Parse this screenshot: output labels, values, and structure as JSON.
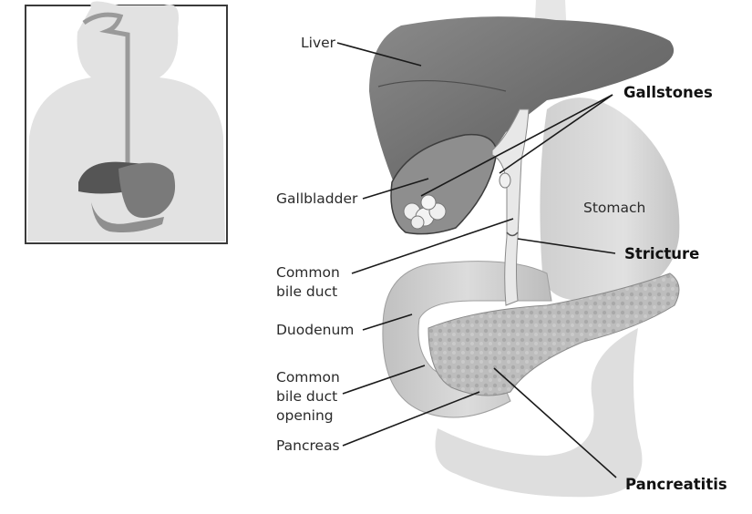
{
  "labels": {
    "liver": "Liver",
    "gallstones": "Gallstones",
    "gallbladder": "Gallbladder",
    "stomach": "Stomach",
    "stricture": "Stricture",
    "common_bile_duct": [
      "Common",
      "bile duct"
    ],
    "duodenum": "Duodenum",
    "common_bile_duct_opening": [
      "Common",
      "bile duct",
      "opening"
    ],
    "pancreas": "Pancreas",
    "pancreatitis": "Pancreatitis"
  }
}
